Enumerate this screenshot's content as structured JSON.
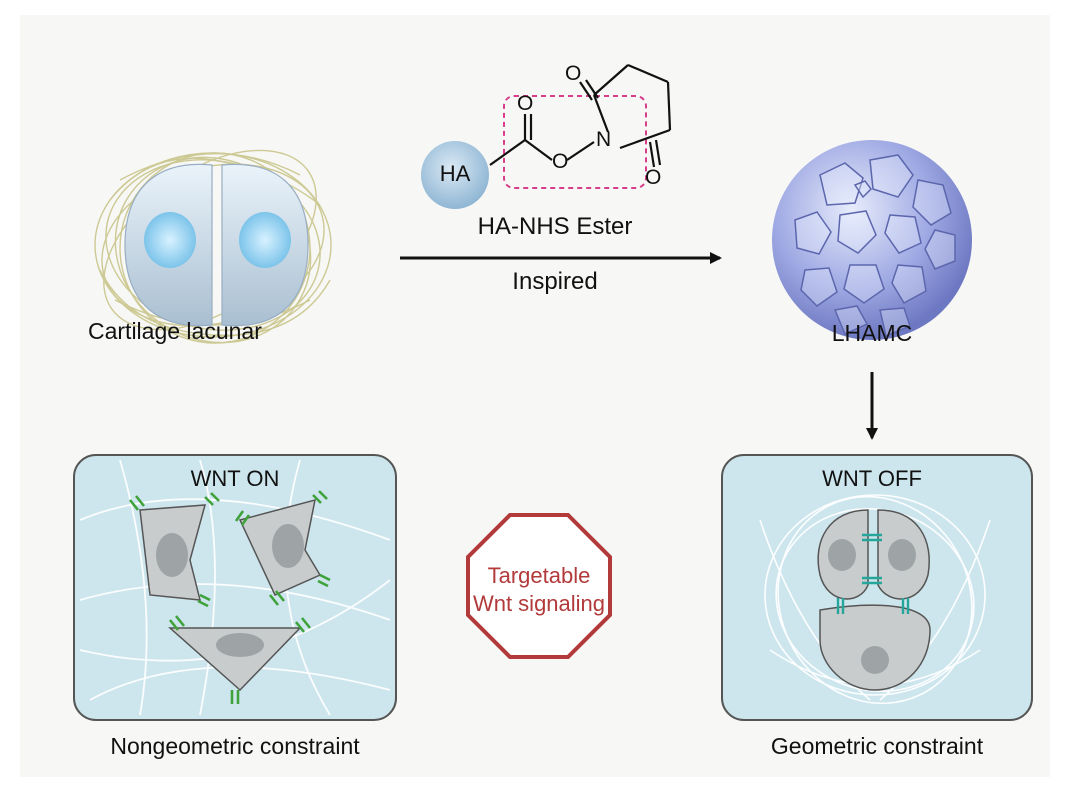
{
  "labels": {
    "cartilage": "Cartilage lacunar",
    "lhamc": "LHAMC",
    "ha": "HA",
    "nhs_ester": "HA-NHS Ester",
    "inspired": "Inspired",
    "atom_o_top": "O",
    "atom_o_carbonyl": "O",
    "atom_o_ester": "O",
    "atom_n": "N",
    "atom_o_bottom": "O",
    "wnt_on": "WNT ON",
    "wnt_off": "WNT OFF",
    "stop_line1": "Targetable",
    "stop_line2": "Wnt signaling",
    "nongeometric": "Nongeometric constraint",
    "geometric": "Geometric constraint"
  },
  "colors": {
    "background": "#f7f7f5",
    "panel_fill": "#cde6ee",
    "panel_stroke": "#555555",
    "cell_fill": "#c9cccd",
    "nucleus": "#9ea4a6",
    "receptor_green": "#3fa23a",
    "receptor_teal": "#26a59a",
    "stop_sign": "#b23a3a",
    "dashed_box": "#d63d8a",
    "ha_circle": "#9fc3dc"
  }
}
